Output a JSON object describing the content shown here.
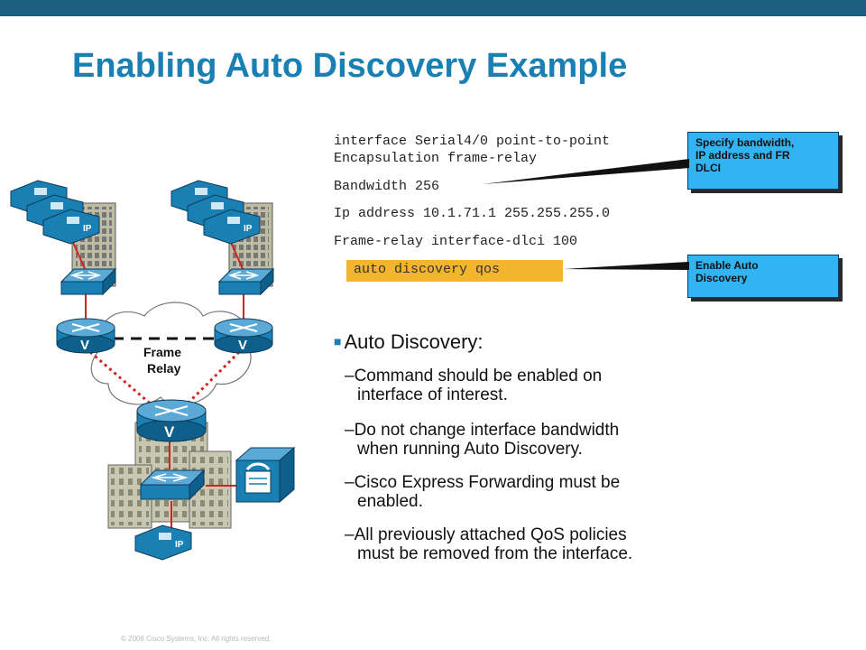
{
  "title": "Enabling Auto Discovery Example",
  "colors": {
    "top_bar": "#1d5f7e",
    "title": "#1a80b4",
    "callout_fill": "#32b4f2",
    "highlight": "#f3b52e",
    "link_red": "#d42121",
    "device_blue": "#1a80b4"
  },
  "code": {
    "line1": "interface Serial4/0 point-to-point",
    "line2": "Encapsulation frame-relay",
    "line3": "Bandwidth 256",
    "line4": "Ip address 10.1.71.1 255.255.255.0",
    "line5": "Frame-relay interface-dlci 100",
    "line6": "auto discovery qos"
  },
  "callouts": {
    "c1": {
      "l1": "Specify bandwidth,",
      "l2": "IP address and FR",
      "l3": "DLCI"
    },
    "c2": {
      "l1": "Enable Auto",
      "l2": "Discovery"
    }
  },
  "bullets": {
    "heading": "Auto Discovery:",
    "items": [
      {
        "l1": "–Command should be enabled on",
        "l2": "interface of interest."
      },
      {
        "l1": "–Do not change interface bandwidth",
        "l2": "when running Auto Discovery."
      },
      {
        "l1": "–Cisco Express Forwarding must be",
        "l2": "enabled."
      },
      {
        "l1": "–All previously attached QoS policies",
        "l2": "must be removed from the interface."
      }
    ]
  },
  "diagram": {
    "cloud_label_1": "Frame",
    "cloud_label_2": "Relay",
    "phone_label": "IP",
    "router_label": "V"
  },
  "footer": {
    "copyright": "© 2006 Cisco Systems, Inc. All rights reserved."
  }
}
